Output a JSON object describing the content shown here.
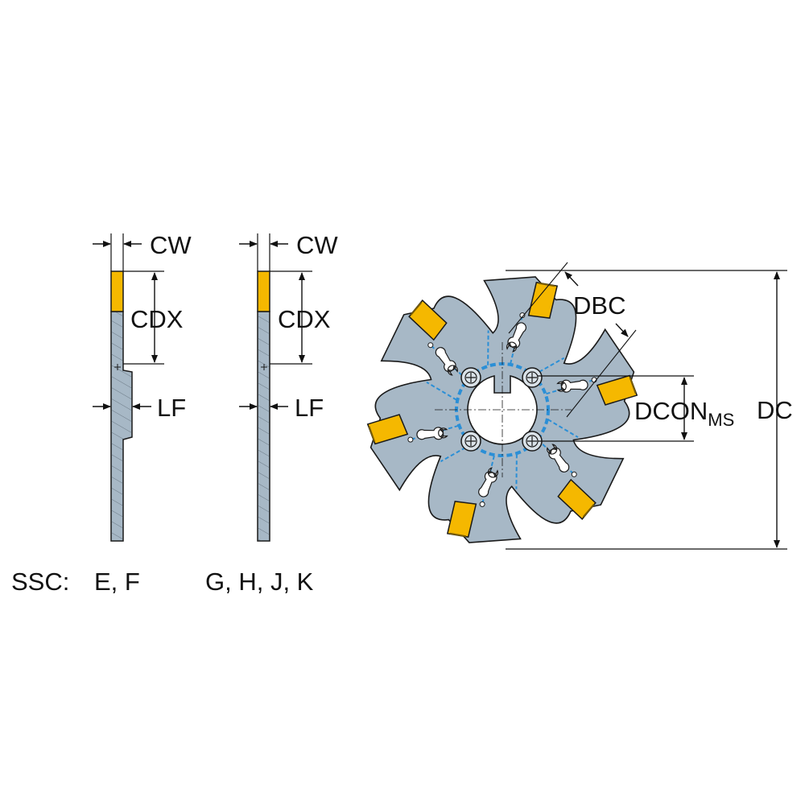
{
  "colors": {
    "body": "#a7b8c6",
    "insert": "#f5b800",
    "outline": "#1a1a1a",
    "coolant": "#2b8fd6",
    "background": "#ffffff"
  },
  "labels": {
    "cw_1": "CW",
    "cdx_1": "CDX",
    "lf_1": "LF",
    "cw_2": "CW",
    "cdx_2": "CDX",
    "lf_2": "LF",
    "dbc": "DBC",
    "dcon": "DCON",
    "dcon_sub": "MS",
    "dc": "DC",
    "ssc_prefix": "SSC:",
    "ssc_group_1": "E, F",
    "ssc_group_2": "G, H, J, K"
  }
}
